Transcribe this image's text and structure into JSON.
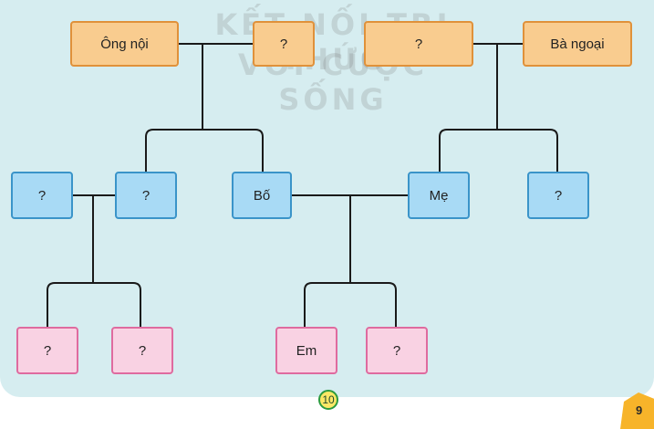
{
  "watermark": {
    "line1": "KẾT NỐI TRI THỨC",
    "line2": "VỚI CUỘC SỐNG"
  },
  "grandparents": {
    "ong_noi": "Ông nội",
    "paternal_unknown": "?",
    "maternal_unknown": "?",
    "ba_ngoai": "Bà ngoại"
  },
  "parents": {
    "left_unknown_1": "?",
    "left_unknown_2": "?",
    "bo": "Bố",
    "me": "Mẹ",
    "right_unknown": "?"
  },
  "children": {
    "cousin_1": "?",
    "cousin_2": "?",
    "em": "Em",
    "sibling": "?"
  },
  "page": {
    "circle_number": "10",
    "corner_number": "9"
  },
  "colors": {
    "background": "#d6edf0",
    "grandparent_fill": "#f9cc8f",
    "parent_fill": "#a8daf5",
    "child_fill": "#f9d2e3",
    "connector": "#1a1a1a"
  }
}
